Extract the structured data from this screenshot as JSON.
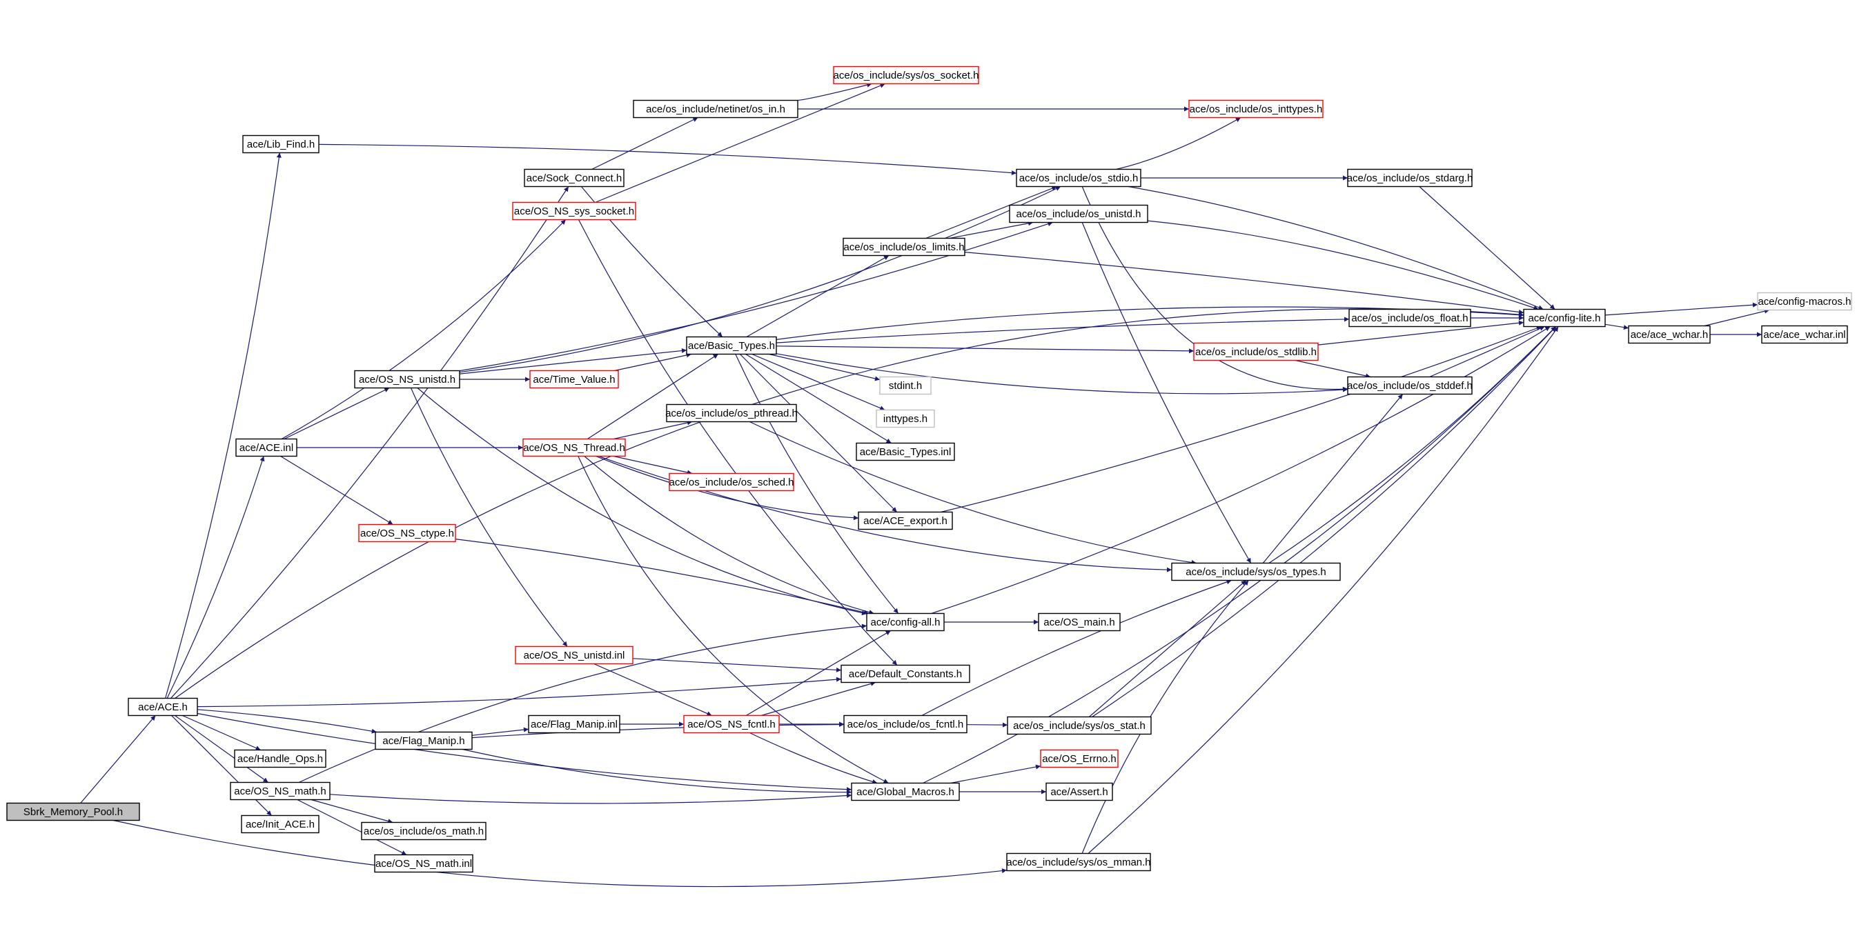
{
  "diagram": {
    "colors": {
      "edge": "#191970",
      "border_normal": "#000000",
      "border_incomplete": "#ff0000",
      "border_undocumented": "#bfbfbf",
      "root_fill": "#bfbfbf",
      "fill": "#ffffff"
    },
    "nodes": [
      {
        "id": "sbrk",
        "label": "Sbrk_Memory_Pool.h",
        "style": "root"
      },
      {
        "id": "ace_h",
        "label": "ace/ACE.h",
        "style": "normal"
      },
      {
        "id": "lib_find",
        "label": "ace/Lib_Find.h",
        "style": "normal"
      },
      {
        "id": "ace_inl",
        "label": "ace/ACE.inl",
        "style": "normal"
      },
      {
        "id": "handle_ops",
        "label": "ace/Handle_Ops.h",
        "style": "normal"
      },
      {
        "id": "os_ns_math",
        "label": "ace/OS_NS_math.h",
        "style": "normal"
      },
      {
        "id": "init_ace",
        "label": "ace/Init_ACE.h",
        "style": "normal"
      },
      {
        "id": "flag_manip",
        "label": "ace/Flag_Manip.h",
        "style": "normal"
      },
      {
        "id": "os_ns_unistd",
        "label": "ace/OS_NS_unistd.h",
        "style": "normal"
      },
      {
        "id": "os_ns_ctype",
        "label": "ace/OS_NS_ctype.h",
        "style": "incomplete"
      },
      {
        "id": "sock_connect",
        "label": "ace/Sock_Connect.h",
        "style": "normal"
      },
      {
        "id": "os_ns_sys_socket",
        "label": "ace/OS_NS_sys_socket.h",
        "style": "incomplete"
      },
      {
        "id": "netinet_os_in",
        "label": "ace/os_include/netinet/os_in.h",
        "style": "normal"
      },
      {
        "id": "sys_os_socket",
        "label": "ace/os_include/sys/os_socket.h",
        "style": "incomplete"
      },
      {
        "id": "os_inttypes",
        "label": "ace/os_include/os_inttypes.h",
        "style": "incomplete"
      },
      {
        "id": "os_stdio",
        "label": "ace/os_include/os_stdio.h",
        "style": "normal"
      },
      {
        "id": "os_unistd",
        "label": "ace/os_include/os_unistd.h",
        "style": "normal"
      },
      {
        "id": "os_limits",
        "label": "ace/os_include/os_limits.h",
        "style": "normal"
      },
      {
        "id": "os_stdarg",
        "label": "ace/os_include/os_stdarg.h",
        "style": "normal"
      },
      {
        "id": "basic_types",
        "label": "ace/Basic_Types.h",
        "style": "normal"
      },
      {
        "id": "time_value",
        "label": "ace/Time_Value.h",
        "style": "incomplete"
      },
      {
        "id": "os_ns_thread",
        "label": "ace/OS_NS_Thread.h",
        "style": "incomplete"
      },
      {
        "id": "os_pthread",
        "label": "ace/os_include/os_pthread.h",
        "style": "normal"
      },
      {
        "id": "os_sched",
        "label": "ace/os_include/os_sched.h",
        "style": "incomplete"
      },
      {
        "id": "stdint",
        "label": "stdint.h",
        "style": "undocumented"
      },
      {
        "id": "inttypes",
        "label": "inttypes.h",
        "style": "undocumented"
      },
      {
        "id": "basic_types_inl",
        "label": "ace/Basic_Types.inl",
        "style": "normal"
      },
      {
        "id": "ace_export",
        "label": "ace/ACE_export.h",
        "style": "normal"
      },
      {
        "id": "os_float",
        "label": "ace/os_include/os_float.h",
        "style": "normal"
      },
      {
        "id": "os_stdlib",
        "label": "ace/os_include/os_stdlib.h",
        "style": "incomplete"
      },
      {
        "id": "os_stddef",
        "label": "ace/os_include/os_stddef.h",
        "style": "normal"
      },
      {
        "id": "config_lite",
        "label": "ace/config-lite.h",
        "style": "normal"
      },
      {
        "id": "ace_wchar",
        "label": "ace/ace_wchar.h",
        "style": "normal"
      },
      {
        "id": "config_macros",
        "label": "ace/config-macros.h",
        "style": "undocumented"
      },
      {
        "id": "ace_wchar_inl",
        "label": "ace/ace_wchar.inl",
        "style": "normal"
      },
      {
        "id": "sys_os_types",
        "label": "ace/os_include/sys/os_types.h",
        "style": "normal"
      },
      {
        "id": "config_all",
        "label": "ace/config-all.h",
        "style": "normal"
      },
      {
        "id": "os_main",
        "label": "ace/OS_main.h",
        "style": "normal"
      },
      {
        "id": "os_ns_unistd_inl",
        "label": "ace/OS_NS_unistd.inl",
        "style": "incomplete"
      },
      {
        "id": "default_constants",
        "label": "ace/Default_Constants.h",
        "style": "normal"
      },
      {
        "id": "flag_manip_inl",
        "label": "ace/Flag_Manip.inl",
        "style": "normal"
      },
      {
        "id": "os_ns_fcntl",
        "label": "ace/OS_NS_fcntl.h",
        "style": "incomplete"
      },
      {
        "id": "os_fcntl",
        "label": "ace/os_include/os_fcntl.h",
        "style": "normal"
      },
      {
        "id": "sys_os_stat",
        "label": "ace/os_include/sys/os_stat.h",
        "style": "normal"
      },
      {
        "id": "os_errno",
        "label": "ace/OS_Errno.h",
        "style": "incomplete"
      },
      {
        "id": "global_macros",
        "label": "ace/Global_Macros.h",
        "style": "normal"
      },
      {
        "id": "assert",
        "label": "ace/Assert.h",
        "style": "normal"
      },
      {
        "id": "os_math",
        "label": "ace/os_include/os_math.h",
        "style": "normal"
      },
      {
        "id": "os_ns_math_inl",
        "label": "ace/OS_NS_math.inl",
        "style": "normal"
      },
      {
        "id": "sys_os_mman",
        "label": "ace/os_include/sys/os_mman.h",
        "style": "normal"
      }
    ],
    "edges": [
      [
        "sbrk",
        "ace_h"
      ],
      [
        "sbrk",
        "sys_os_mman"
      ],
      [
        "ace_h",
        "config_lite"
      ],
      [
        "ace_h",
        "lib_find"
      ],
      [
        "ace_h",
        "sock_connect"
      ],
      [
        "ace_h",
        "ace_inl"
      ],
      [
        "ace_h",
        "default_constants"
      ],
      [
        "ace_h",
        "flag_manip"
      ],
      [
        "ace_h",
        "handle_ops"
      ],
      [
        "ace_h",
        "os_ns_math"
      ],
      [
        "ace_h",
        "init_ace"
      ],
      [
        "ace_h",
        "global_macros"
      ],
      [
        "lib_find",
        "os_stdio"
      ],
      [
        "ace_inl",
        "os_ns_sys_socket"
      ],
      [
        "ace_inl",
        "os_ns_unistd"
      ],
      [
        "ace_inl",
        "os_ns_thread"
      ],
      [
        "ace_inl",
        "os_ns_ctype"
      ],
      [
        "sock_connect",
        "netinet_os_in"
      ],
      [
        "sock_connect",
        "basic_types"
      ],
      [
        "netinet_os_in",
        "sys_os_socket"
      ],
      [
        "netinet_os_in",
        "os_inttypes"
      ],
      [
        "os_ns_sys_socket",
        "sys_os_socket"
      ],
      [
        "os_ns_sys_socket",
        "default_constants"
      ],
      [
        "os_ns_unistd",
        "basic_types"
      ],
      [
        "os_ns_unistd",
        "time_value"
      ],
      [
        "os_ns_unistd",
        "os_stdio"
      ],
      [
        "os_ns_unistd",
        "os_unistd"
      ],
      [
        "os_ns_unistd",
        "config_all"
      ],
      [
        "os_ns_unistd",
        "os_ns_unistd_inl"
      ],
      [
        "time_value",
        "basic_types"
      ],
      [
        "os_ns_thread",
        "basic_types"
      ],
      [
        "os_ns_thread",
        "os_pthread"
      ],
      [
        "os_ns_thread",
        "os_sched"
      ],
      [
        "os_ns_thread",
        "config_all"
      ],
      [
        "os_ns_thread",
        "global_macros"
      ],
      [
        "os_ns_thread",
        "sys_os_types"
      ],
      [
        "os_ns_thread",
        "ace_export"
      ],
      [
        "os_ns_ctype",
        "config_all"
      ],
      [
        "os_stdio",
        "os_stdarg"
      ],
      [
        "os_stdio",
        "config_lite"
      ],
      [
        "os_stdio",
        "os_inttypes"
      ],
      [
        "os_stdio",
        "os_stddef"
      ],
      [
        "os_unistd",
        "config_lite"
      ],
      [
        "os_unistd",
        "sys_os_types"
      ],
      [
        "os_limits",
        "os_stdio"
      ],
      [
        "os_limits",
        "os_unistd"
      ],
      [
        "os_limits",
        "config_lite"
      ],
      [
        "os_stdarg",
        "config_lite"
      ],
      [
        "basic_types",
        "os_limits"
      ],
      [
        "basic_types",
        "config_lite"
      ],
      [
        "basic_types",
        "os_float"
      ],
      [
        "basic_types",
        "os_stdlib"
      ],
      [
        "basic_types",
        "stdint"
      ],
      [
        "basic_types",
        "inttypes"
      ],
      [
        "basic_types",
        "basic_types_inl"
      ],
      [
        "basic_types",
        "ace_export"
      ],
      [
        "basic_types",
        "os_stddef"
      ],
      [
        "basic_types",
        "config_all"
      ],
      [
        "os_pthread",
        "sys_os_types"
      ],
      [
        "ace_export",
        "config_lite"
      ],
      [
        "os_float",
        "config_lite"
      ],
      [
        "os_stdlib",
        "config_lite"
      ],
      [
        "os_stdlib",
        "os_stddef"
      ],
      [
        "os_stddef",
        "config_lite"
      ],
      [
        "config_lite",
        "config_macros"
      ],
      [
        "config_lite",
        "ace_wchar"
      ],
      [
        "ace_wchar",
        "config_macros"
      ],
      [
        "ace_wchar",
        "ace_wchar_inl"
      ],
      [
        "sys_os_types",
        "config_lite"
      ],
      [
        "sys_os_types",
        "os_stddef"
      ],
      [
        "config_all",
        "config_lite"
      ],
      [
        "config_all",
        "os_main"
      ],
      [
        "os_ns_unistd_inl",
        "default_constants"
      ],
      [
        "os_ns_unistd_inl",
        "os_ns_fcntl"
      ],
      [
        "flag_manip",
        "flag_manip_inl"
      ],
      [
        "flag_manip",
        "os_fcntl"
      ],
      [
        "flag_manip",
        "global_macros"
      ],
      [
        "flag_manip_inl",
        "os_ns_fcntl"
      ],
      [
        "os_ns_fcntl",
        "config_all"
      ],
      [
        "os_ns_fcntl",
        "default_constants"
      ],
      [
        "os_ns_fcntl",
        "os_fcntl"
      ],
      [
        "os_ns_fcntl",
        "global_macros"
      ],
      [
        "os_fcntl",
        "sys_os_types"
      ],
      [
        "os_fcntl",
        "sys_os_stat"
      ],
      [
        "sys_os_stat",
        "config_lite"
      ],
      [
        "sys_os_stat",
        "sys_os_types"
      ],
      [
        "global_macros",
        "os_errno"
      ],
      [
        "global_macros",
        "assert"
      ],
      [
        "global_macros",
        "config_lite"
      ],
      [
        "os_ns_math",
        "os_math"
      ],
      [
        "os_ns_math",
        "os_ns_math_inl"
      ],
      [
        "os_ns_math",
        "config_all"
      ],
      [
        "os_ns_math",
        "global_macros"
      ],
      [
        "sys_os_mman",
        "config_lite"
      ],
      [
        "sys_os_mman",
        "sys_os_types"
      ]
    ]
  }
}
